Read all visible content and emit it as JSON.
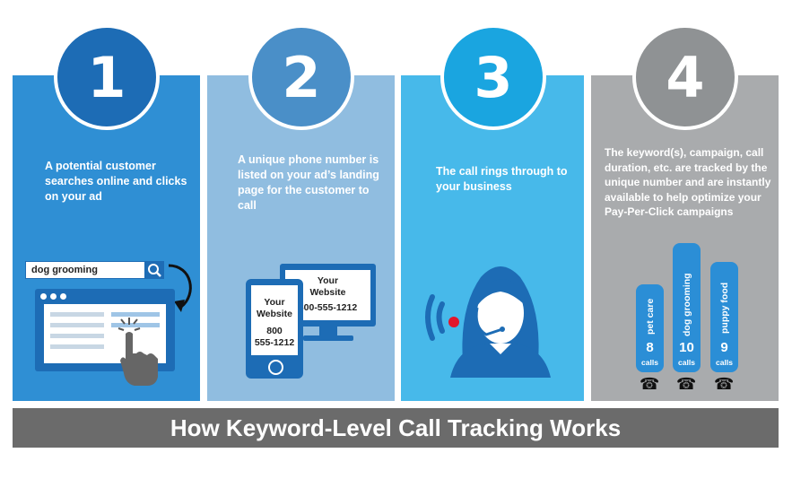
{
  "steps": [
    {
      "number": "1",
      "text": "A potential customer searches online and clicks on your ad"
    },
    {
      "number": "2",
      "text": "A unique phone number is listed on your ad’s landing page for the customer to call"
    },
    {
      "number": "3",
      "text": "The call rings through to your business"
    },
    {
      "number": "4",
      "text": "The keyword(s), campaign, call duration, etc. are tracked by the unique number and are instantly available to help optimize your Pay-Per-Click campaigns"
    }
  ],
  "search": {
    "query": "dog grooming",
    "icon": "search-icon"
  },
  "phone_ad": {
    "line1": "Your",
    "line2": "Website",
    "line3": "800",
    "line4": "555-1212"
  },
  "monitor_ad": {
    "line1": "Your",
    "line2": "Website",
    "line3": "800-555-1212"
  },
  "keywords": [
    {
      "label": "pet care",
      "count": "8",
      "unit": "calls"
    },
    {
      "label": "dog grooming",
      "count": "10",
      "unit": "calls"
    },
    {
      "label": "puppy food",
      "count": "9",
      "unit": "calls"
    }
  ],
  "banner": "How Keyword-Level Call Tracking Works",
  "colors": {
    "step1": "#2f8fd4",
    "step2": "#90bde0",
    "step3": "#47b9ea",
    "step4": "#a9abad",
    "banner": "#6b6b6b",
    "accent_dark": "#1d6cb5"
  }
}
